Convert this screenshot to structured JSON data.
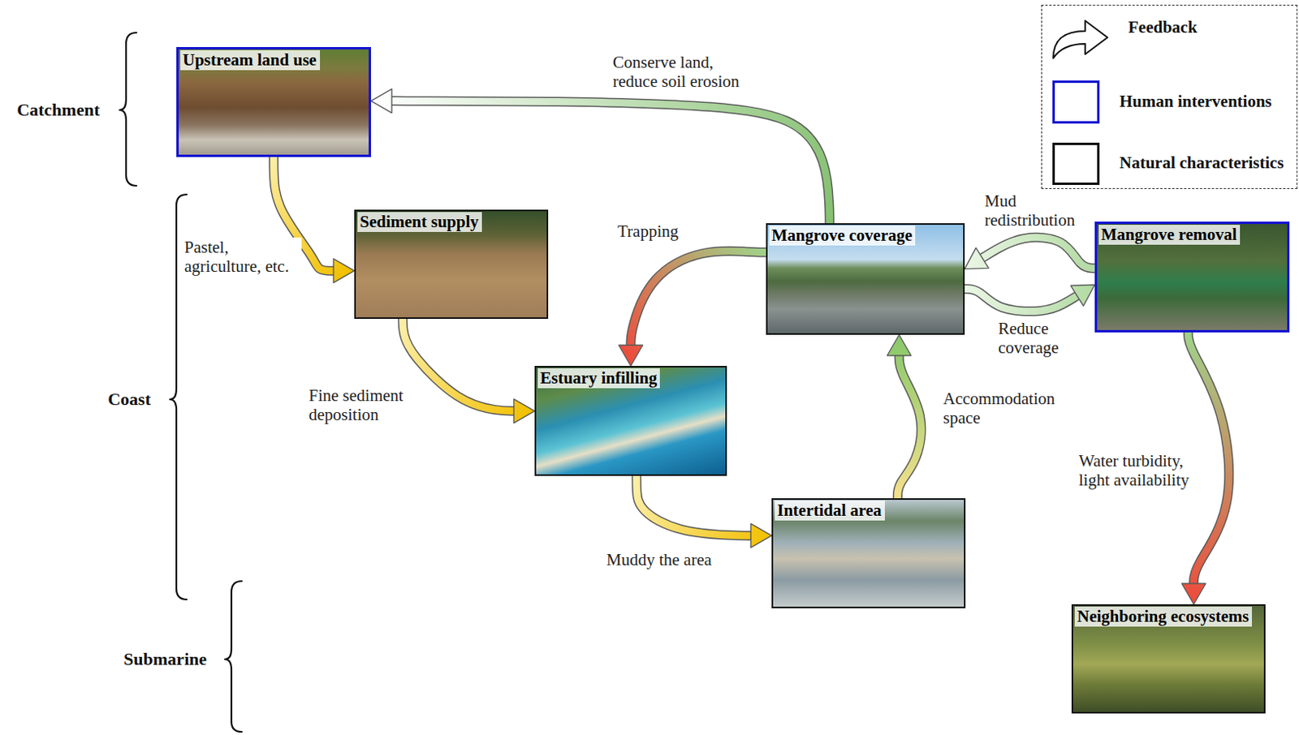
{
  "diagram": {
    "nodes": [
      {
        "text": [
          "Upstream land use"
        ]
      },
      {
        "text": [
          "Sediment supply"
        ]
      },
      {
        "text": [
          "Mangrove coverage"
        ]
      },
      {
        "text": [
          "Mangrove removal"
        ]
      },
      {
        "text": [
          "Estuary infilling"
        ]
      },
      {
        "text": [
          "Intertidal area"
        ]
      },
      {
        "text": [
          "Neighboring ecosystems"
        ]
      }
    ],
    "edges": [
      {
        "from": 0,
        "to": 1,
        "arrow": "to",
        "label": "Pastel, agriculture, etc."
      },
      {
        "from": 1,
        "to": 4,
        "arrow": "to",
        "label": "Fine sediment deposition"
      },
      {
        "from": 4,
        "to": 5,
        "arrow": "to",
        "label": "Muddy the area"
      },
      {
        "from": 5,
        "to": 2,
        "arrow": "to",
        "label": "Accommodation space"
      },
      {
        "from": 2,
        "to": 4,
        "arrow": "to",
        "label": "Trapping"
      },
      {
        "from": 2,
        "to": 0,
        "arrow": "to",
        "label": "Conserve land, reduce soil erosion"
      },
      {
        "from": 3,
        "to": 2,
        "arrow": "to",
        "label": "Mud redistribution"
      },
      {
        "from": 2,
        "to": 3,
        "arrow": "to",
        "label": "Reduce coverage"
      },
      {
        "from": 3,
        "to": 6,
        "arrow": "to",
        "label": "Water turbidity, light availability"
      }
    ],
    "labels": [
      "Catchment",
      "Coast",
      "Submarine"
    ],
    "legend": [
      {
        "text": "Feedback"
      },
      {
        "text": "Human interventions",
        "color": "#1414d2"
      },
      {
        "text": "Natural characteristics",
        "color": "#111111"
      }
    ]
  }
}
